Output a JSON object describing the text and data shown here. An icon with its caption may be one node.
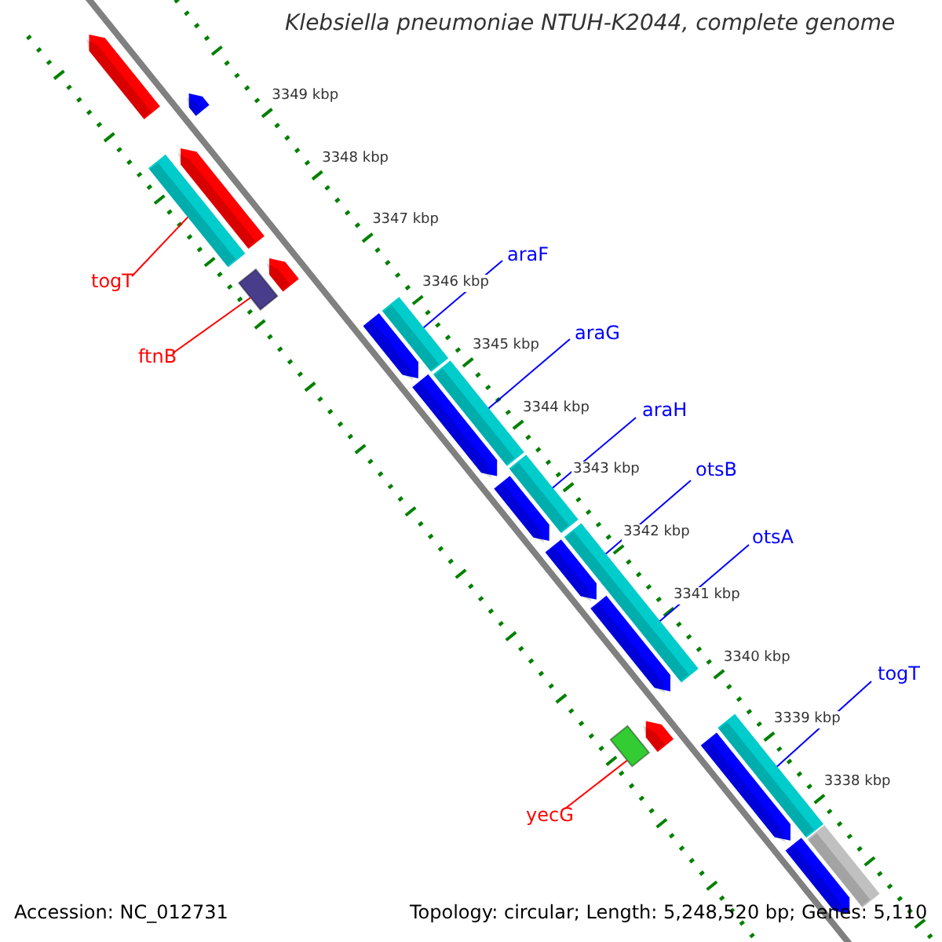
{
  "diagram": {
    "title": "Klebsiella pneumoniae NTUH-K2044, complete genome",
    "nodes": [
      {
        "text": [
          "togT"
        ]
      },
      {
        "text": [
          "ftnB"
        ]
      },
      {
        "text": [
          "araF"
        ]
      },
      {
        "text": [
          "araG"
        ]
      },
      {
        "text": [
          "araH"
        ]
      },
      {
        "text": [
          "otsB"
        ]
      },
      {
        "text": [
          "otsA"
        ]
      },
      {
        "text": [
          "togT"
        ]
      },
      {
        "text": [
          "yecG"
        ]
      },
      {
        "text": [],
        "shape": "bar"
      },
      {
        "text": [],
        "shape": "box"
      },
      {
        "text": [],
        "shape": "bar"
      },
      {
        "text": [],
        "shape": "bar"
      },
      {
        "text": [],
        "shape": "bar"
      },
      {
        "text": [],
        "shape": "bar"
      },
      {
        "text": [],
        "shape": "bar"
      },
      {
        "text": [],
        "shape": "box"
      }
    ],
    "edges": [
      {
        "from": 0,
        "to": 9,
        "arrow": "none",
        "color": "#ff0000"
      },
      {
        "from": 1,
        "to": 10,
        "arrow": "none",
        "color": "#ff0000"
      },
      {
        "from": 2,
        "to": 11,
        "arrow": "none"
      },
      {
        "from": 3,
        "to": 12,
        "arrow": "none"
      },
      {
        "from": 4,
        "to": 13,
        "arrow": "none"
      },
      {
        "from": 5,
        "to": 14,
        "arrow": "none"
      },
      {
        "from": 6,
        "to": 14,
        "arrow": "none"
      },
      {
        "from": 7,
        "to": 15,
        "arrow": "none"
      },
      {
        "from": 8,
        "to": 16,
        "arrow": "none",
        "color": "#ff0000"
      }
    ],
    "labels": [
      "3349 kbp",
      "3348 kbp",
      "3347 kbp",
      "3346 kbp",
      "3345 kbp",
      "3344 kbp",
      "3343 kbp",
      "3342 kbp",
      "3341 kbp",
      "3340 kbp",
      "3339 kbp",
      "3338 kbp",
      "Accession: NC_012731",
      "Topology: circular; Length: 5,248,520 bp; Genes: 5,110"
    ]
  }
}
